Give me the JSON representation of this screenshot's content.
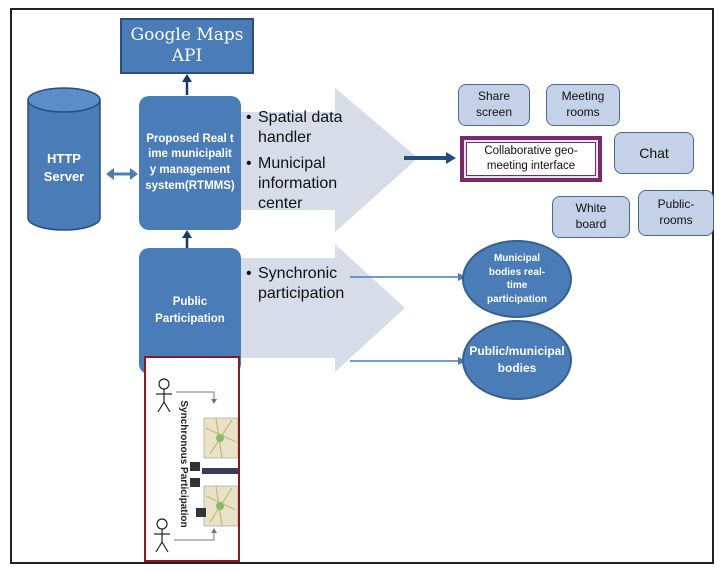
{
  "boxes": {
    "google_maps": "Google Maps API",
    "http_server": "HTTP Server",
    "rtmms": "Proposed Real time municipality management system(RTMMS)",
    "public_participation": "Public Participation"
  },
  "bullets_top": [
    "Spatial data handler",
    "Municipal information center"
  ],
  "bullets_bottom": [
    "Synchronic participation"
  ],
  "features": {
    "share_screen": "Share screen",
    "meeting_rooms": "Meeting rooms",
    "collaborative": "Collaborative geo-meeting interface",
    "chat": "Chat",
    "white_board": "White board",
    "public_rooms": "Public-rooms"
  },
  "outputs": {
    "municipal_bodies": "Municipal bodies real-time participation",
    "public_municipal": "Public/municipal bodies"
  },
  "inset": {
    "label": "Synchronous Participation"
  },
  "colors": {
    "box_blue": "#4a7cb8",
    "bubble_fill": "#c4d1e6",
    "arrow_fill": "#d6dde8",
    "collab_border": "#7a2a6a",
    "inset_border": "#8a1a1a"
  }
}
